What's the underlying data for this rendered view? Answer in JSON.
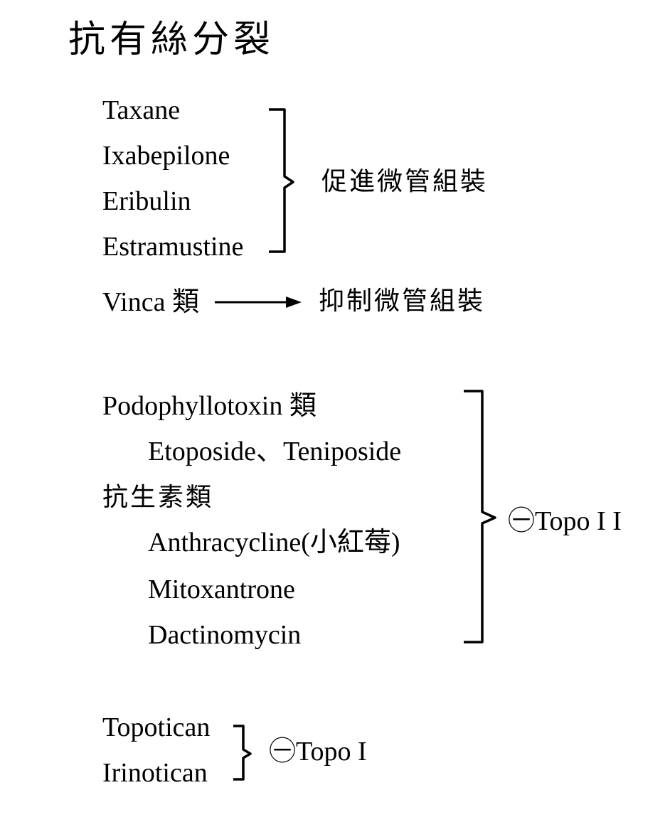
{
  "title": "抗有絲分裂",
  "group1": {
    "drugs": [
      "Taxane",
      "Ixabepilone",
      "Eribulin",
      "Estramustine"
    ],
    "effect": "促進微管組裝"
  },
  "vinca": {
    "drug": "Vinca 類",
    "effect": "抑制微管組裝"
  },
  "topo2": {
    "items": [
      "Podophyllotoxin 類",
      "Etoposide、Teniposide",
      "抗生素類",
      "Anthracycline(小紅莓)",
      "Mitoxantrone",
      "Dactinomycin"
    ],
    "effect": "㊀Topo I I"
  },
  "topo1": {
    "drugs": [
      "Topotican",
      "Irinotican"
    ],
    "effect": "㊀Topo I"
  }
}
